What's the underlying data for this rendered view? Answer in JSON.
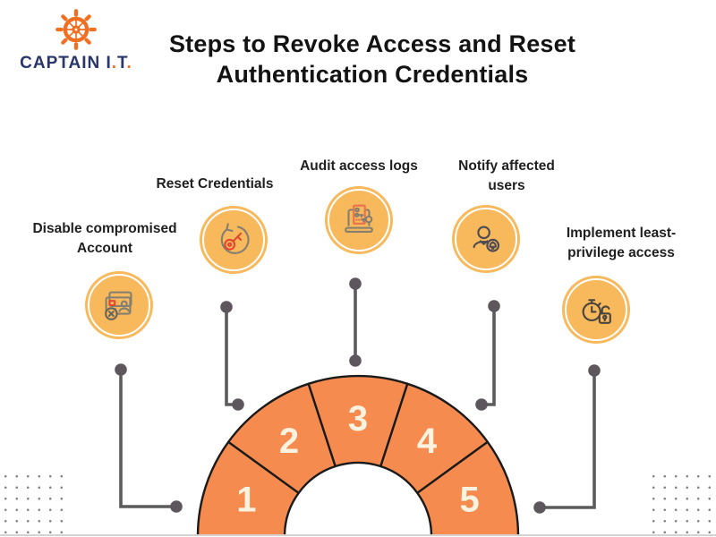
{
  "brand": {
    "word": "CAPTAIN",
    "initial_i": "I",
    "initial_t": "T",
    "dot": ".",
    "logo_icon": "ships-wheel-icon"
  },
  "title": {
    "line1": "Steps to Revoke Access and Reset",
    "line2": "Authentication Credentials"
  },
  "steps": [
    {
      "number": "1",
      "label": "Disable compromised Account",
      "icon": "disabled-account-icon"
    },
    {
      "number": "2",
      "label": "Reset Credentials",
      "icon": "reset-credentials-icon"
    },
    {
      "number": "3",
      "label": "Audit access logs",
      "icon": "audit-logs-icon"
    },
    {
      "number": "4",
      "label": "Notify affected users",
      "icon": "notify-users-icon"
    },
    {
      "number": "5",
      "label": "Implement least-privilege access",
      "icon": "least-privilege-icon"
    }
  ],
  "colors": {
    "arc_fill": "#F68B50",
    "arc_stroke": "#1A1A1A",
    "number_text": "#FBF2E0",
    "icon_circle": "#F7B95C",
    "connector": "#5B5B5B",
    "brand_navy": "#29356B",
    "brand_orange": "#F26E21",
    "title_text": "#131313",
    "label_text": "#1F1F1F",
    "dot_grid": "#87817F"
  }
}
